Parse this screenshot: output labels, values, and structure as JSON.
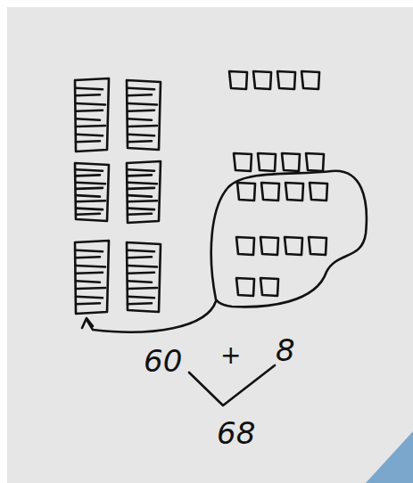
{
  "diagram": {
    "labels": [
      "60",
      "+",
      "8",
      "68"
    ]
  }
}
